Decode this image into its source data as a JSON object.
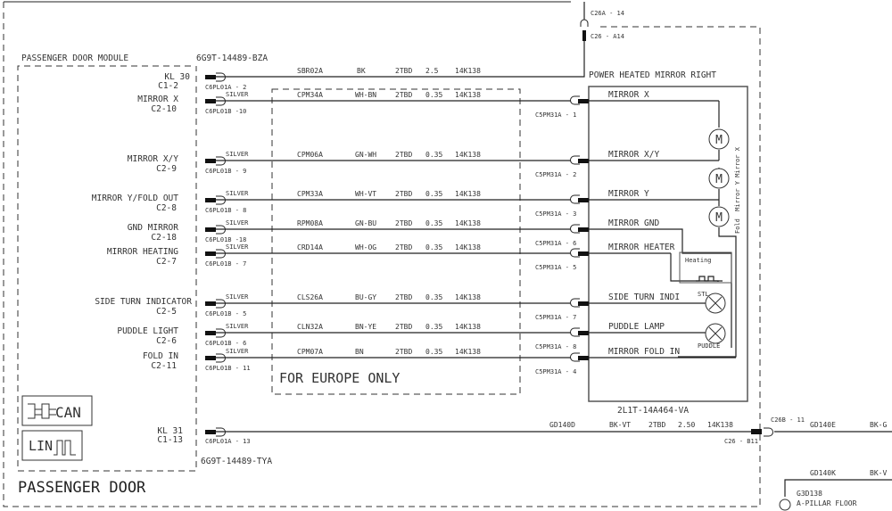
{
  "module": {
    "title": "PASSENGER DOOR MODULE",
    "part_top": "6G9T-14489-BZA",
    "part_bottom": "6G9T-14489-TYA",
    "can_label": "CAN",
    "lin_label": "LIN"
  },
  "zone_label": "PASSENGER DOOR",
  "europe_label": "FOR EUROPE ONLY",
  "mirror": {
    "title": "POWER HEATED MIRROR RIGHT",
    "part": "2L1T-14A464-VA",
    "motor_label": "M",
    "motor_axes": "Fold  Mirror Y Mirror X",
    "heating_label": "Heating",
    "stl_label": "STL",
    "puddle_label": "PUDDLE"
  },
  "power": {
    "pin_name": "KL 30",
    "pin": "C1-2",
    "connector": "C6PL01A - 2",
    "circuit": "SBR02A",
    "color": "BK",
    "spec": "2TBD",
    "size": "2.5",
    "harness": "14K138",
    "inline_top": "C26A - 14",
    "inline_bottom": "C26 - A14"
  },
  "rows": [
    {
      "pin_name": "MIRROR X",
      "pin": "C2-10",
      "connector": "C6PL01B -10",
      "silver": "SILVER",
      "circuit": "CPM34A",
      "color": "WH-BN",
      "spec": "2TBD",
      "size": "0.35",
      "harness": "14K138",
      "mirror_conn": "C5PM31A - 1",
      "mirror_pin": "MIRROR X"
    },
    {
      "pin_name": "MIRROR X/Y",
      "pin": "C2-9",
      "connector": "C6PL01B - 9",
      "silver": "SILVER",
      "circuit": "CPM06A",
      "color": "GN-WH",
      "spec": "2TBD",
      "size": "0.35",
      "harness": "14K138",
      "mirror_conn": "C5PM31A - 2",
      "mirror_pin": "MIRROR X/Y"
    },
    {
      "pin_name": "MIRROR Y/FOLD OUT",
      "pin": "C2-8",
      "connector": "C6PL01B - 8",
      "silver": "SILVER",
      "circuit": "CPM33A",
      "color": "WH-VT",
      "spec": "2TBD",
      "size": "0.35",
      "harness": "14K138",
      "mirror_conn": "C5PM31A - 3",
      "mirror_pin": "MIRROR Y"
    },
    {
      "pin_name": "GND MIRROR",
      "pin": "C2-18",
      "connector": "C6PL01B -18",
      "silver": "SILVER",
      "circuit": "RPM08A",
      "color": "GN-BU",
      "spec": "2TBD",
      "size": "0.35",
      "harness": "14K138",
      "mirror_conn": "C5PM31A - 6",
      "mirror_pin": "MIRROR GND"
    },
    {
      "pin_name": "MIRROR HEATING",
      "pin": "C2-7",
      "connector": "C6PL01B - 7",
      "silver": "SILVER",
      "circuit": "CRD14A",
      "color": "WH-OG",
      "spec": "2TBD",
      "size": "0.35",
      "harness": "14K138",
      "mirror_conn": "C5PM31A - 5",
      "mirror_pin": "MIRROR HEATER"
    },
    {
      "pin_name": "SIDE TURN INDICATOR",
      "pin": "C2-5",
      "connector": "C6PL01B - 5",
      "silver": "SILVER",
      "circuit": "CLS26A",
      "color": "BU-GY",
      "spec": "2TBD",
      "size": "0.35",
      "harness": "14K138",
      "mirror_conn": "C5PM31A - 7",
      "mirror_pin": "SIDE TURN INDI"
    },
    {
      "pin_name": "PUDDLE LIGHT",
      "pin": "C2-6",
      "connector": "C6PL01B - 6",
      "silver": "SILVER",
      "circuit": "CLN32A",
      "color": "BN-YE",
      "spec": "2TBD",
      "size": "0.35",
      "harness": "14K138",
      "mirror_conn": "C5PM31A - 8",
      "mirror_pin": "PUDDLE LAMP"
    },
    {
      "pin_name": "FOLD IN",
      "pin": "C2-11",
      "connector": "C6PL01B - 11",
      "silver": "SILVER",
      "circuit": "CPM07A",
      "color": "BN",
      "spec": "2TBD",
      "size": "0.35",
      "harness": "14K138",
      "mirror_conn": "C5PM31A - 4",
      "mirror_pin": "MIRROR FOLD IN"
    }
  ],
  "ground": {
    "pin_name": "KL 31",
    "pin": "C1-13",
    "connector": "C6PL01A - 13",
    "circuit": "GD140D",
    "color": "BK-VT",
    "spec": "2TBD",
    "size": "2.50",
    "harness": "14K138",
    "inline_left": "C26 - B11",
    "inline_right": "C26B - 11",
    "circuit_out": "GD140E",
    "color_out": "BK-G",
    "circuit_k": "GD140K",
    "color_k": "BK-V",
    "ground_id": "G3D138",
    "ground_loc": "A-PILLAR FLOOR"
  }
}
